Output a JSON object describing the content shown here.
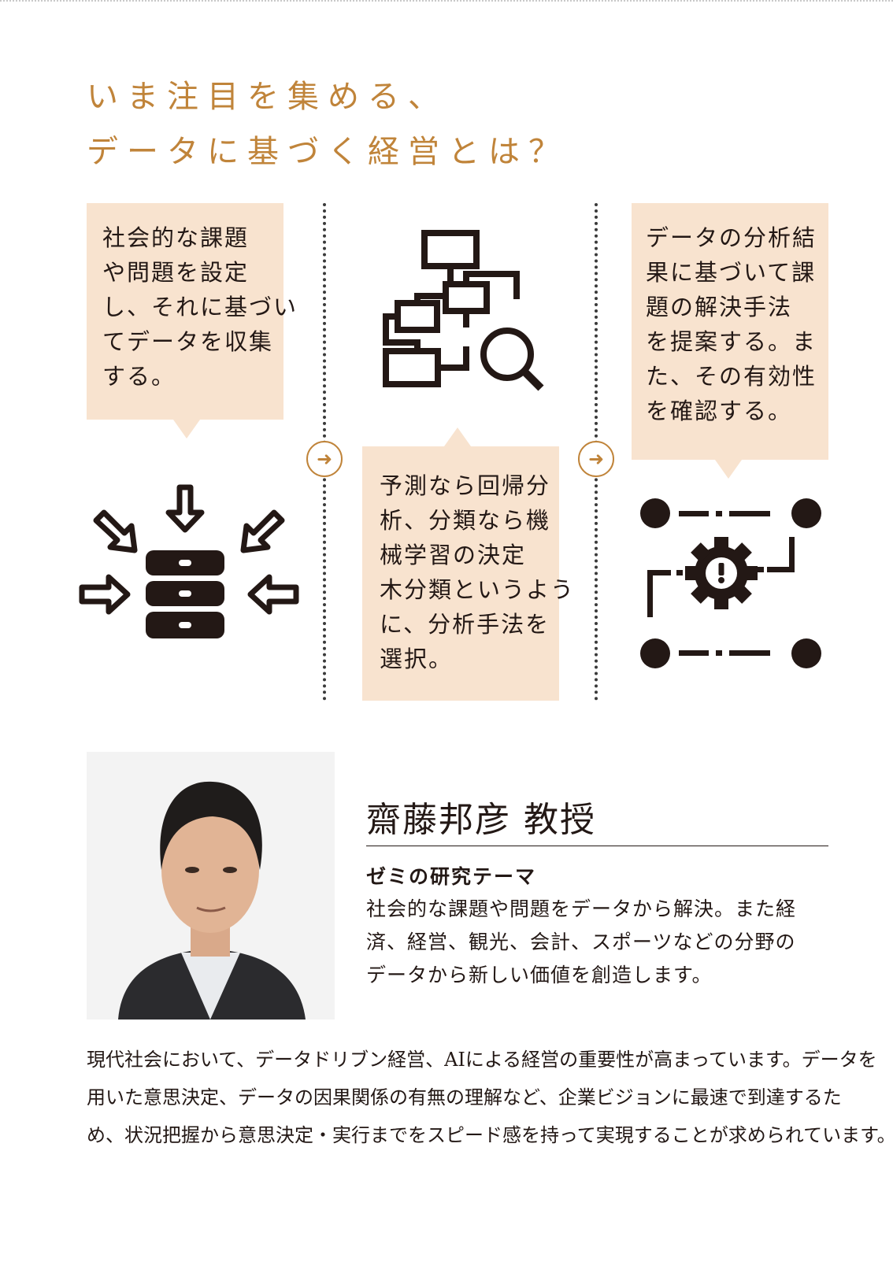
{
  "heading": {
    "line1": "いま注目を集める、",
    "line2": "データに基づく経営とは？"
  },
  "steps": [
    {
      "text": "社会的な課題\nや問題を設定\nし、それに基づい\nてデータを収集\nする。"
    },
    {
      "text": "予測なら回帰分\n析、分類なら機\n械学習の決定\n木分類というよう\nに、分析手法を\n選択。"
    },
    {
      "text": "データの分析結\n果に基づいて課\n題の解決手法\nを提案する。ま\nた、その有効性\nを確認する。"
    }
  ],
  "arrow_glyph": "➜",
  "professor": {
    "name": "齋藤邦彦 教授",
    "theme_label": "ゼミの研究テーマ",
    "theme_lines": [
      "社会的な課題や問題をデータから解決。また経",
      "済、経営、観光、会計、スポーツなどの分野の",
      "データから新しい価値を創造します。"
    ]
  },
  "body_lines": [
    "現代社会において、データドリブン経営、AIによる経営の重要性が高まっています。データを",
    "用いた意思決定、データの因果関係の有無の理解など、企業ビジョンに最速で到達するた",
    "め、状況把握から意思決定・実行までをスピード感を持って実現することが求められています。"
  ],
  "colors": {
    "accent": "#c0843a",
    "bubble": "#f8e3cf",
    "ink": "#231815"
  }
}
